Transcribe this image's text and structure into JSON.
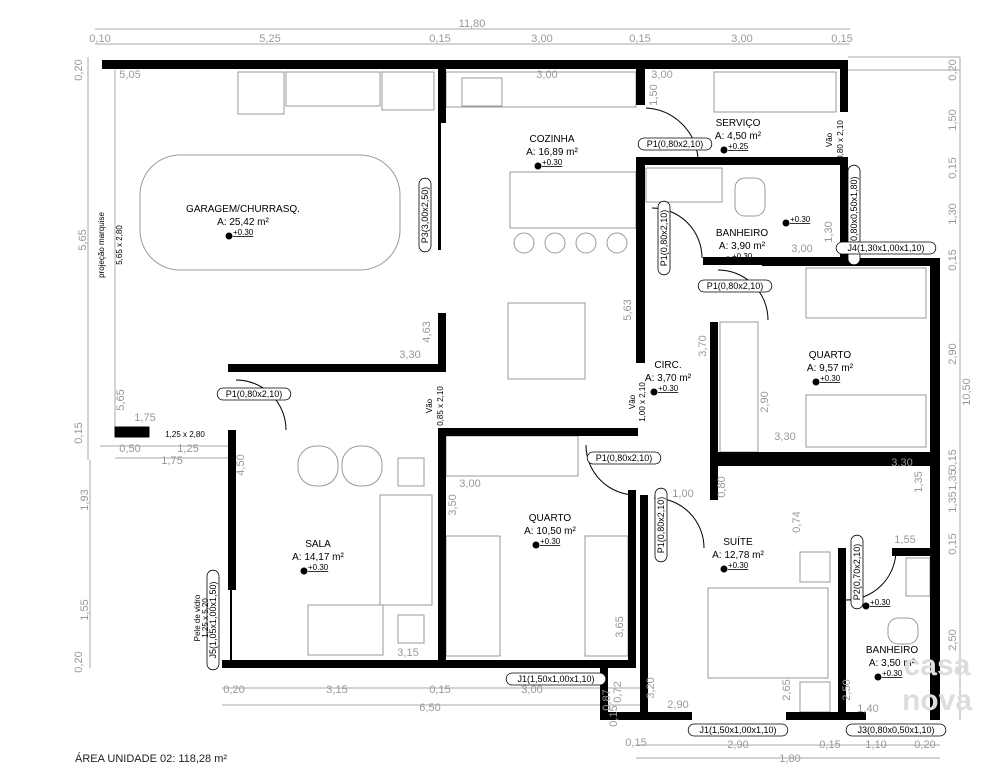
{
  "plan": {
    "rooms": [
      {
        "name": "GARAGEM/CHURRASQ.",
        "area": "A: 25,42  m²",
        "level": "+0.30"
      },
      {
        "name": "COZINHA",
        "area": "A: 16,89  m²",
        "level": "+0.30"
      },
      {
        "name": "SERVIÇO",
        "area": "A: 4,50  m²",
        "level": "+0.25"
      },
      {
        "name": "BANHEIRO",
        "area": "A: 3,90  m²",
        "level": "+0.30"
      },
      {
        "name": "CIRC.",
        "area": "A: 3,70  m²",
        "level": "+0.30"
      },
      {
        "name": "QUARTO",
        "area": "A: 9,57  m²",
        "level": "+0.30"
      },
      {
        "name": "SALA",
        "area": "A: 14,17  m²",
        "level": "+0.30"
      },
      {
        "name": "QUARTO",
        "area": "A: 10,50  m²",
        "level": "+0.30"
      },
      {
        "name": "SUÍTE",
        "area": "A: 12,78  m²",
        "level": "+0.30"
      },
      {
        "name": "BANHEIRO",
        "area": "A: 3,50  m²",
        "level": "+0.30"
      }
    ],
    "extra_levels": [
      "+0.30",
      "+0.30"
    ],
    "openings": [
      "P1(0,80x2,10)",
      "P3(3,00x2,50)",
      "P1(0,80x2,10)",
      "J3(0,80x0,50x1,80)",
      "J4(1,30x1,00x1,10)",
      "P1(0,80x2,10)",
      "P1(0,80x2,10)",
      "P1(0,80x2,10)",
      "P1(0,80x2,10)",
      "P2(0,70x2,10)",
      "J5(1,05x1,00x1,50)",
      "J1(1,50x1,00x1,10)",
      "J1(1,50x1,00x1,10)",
      "J3(0,80x0,50x1,10)"
    ],
    "notes": [
      "Vão",
      "0,80  x  2,10",
      "Vão",
      "0,85  x  2,10",
      "Vão",
      "1,00  x  2,10",
      "Pele de vidro",
      "1,25  x  5,20",
      "projeção marquise",
      "5,65  x  2,80",
      "1,25  x  2,80"
    ],
    "dims": [
      "11,80",
      "0,10",
      "5,25",
      "0,15",
      "3,00",
      "0,15",
      "3,00",
      "0,15",
      "0,20",
      "5,05",
      "3,00",
      "3,00",
      "1,50",
      "5,65",
      "4,63",
      "3,30",
      "5,65",
      "1,75",
      "0,15",
      "0,50",
      "1,25",
      "1,75",
      "4,50",
      "3,00",
      "3,50",
      "1,93",
      "1,55",
      "0,20",
      "3,65",
      "3,15",
      "0,20",
      "3,15",
      "0,15",
      "6,50",
      "3,00",
      "0,87",
      "0,72",
      "0,15",
      "3,20",
      "2,90",
      "2,65",
      "2,50",
      "1,40",
      "0,15",
      "2,90",
      "0,15",
      "1,10",
      "0,20",
      "1,80",
      "0,20",
      "1,50",
      "0,15",
      "1,30",
      "0,15",
      "2,90",
      "10,50",
      "0,15",
      "1,35",
      "1,35",
      "0,15",
      "5,63",
      "3,70",
      "2,90",
      "3,30",
      "3,30",
      "1,35",
      "1,00",
      "0,80",
      "0,74",
      "1,55",
      "1,30",
      "3,00",
      "2,50"
    ],
    "footer": "ÁREA  UNIDADE  02:  118,28  m²",
    "logo": {
      "line1": "casa",
      "line2": "nova"
    }
  }
}
